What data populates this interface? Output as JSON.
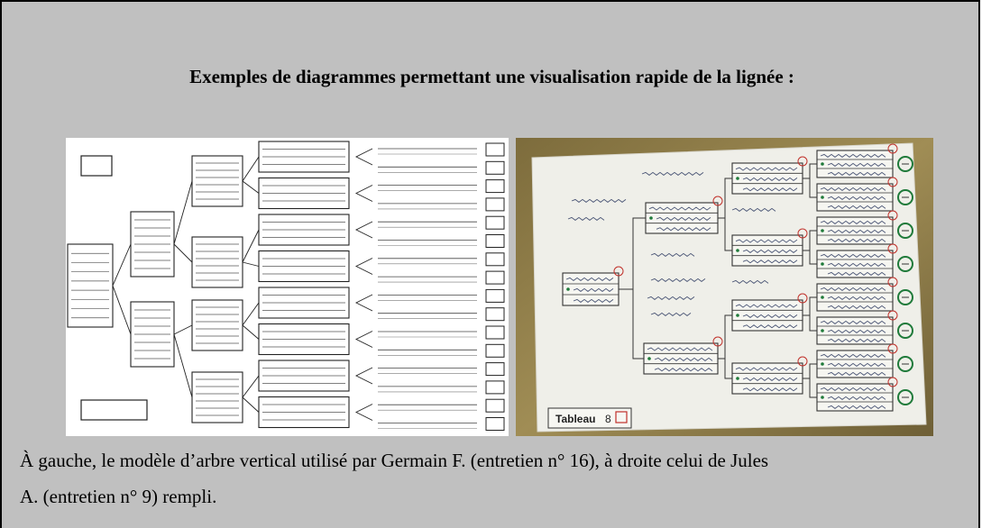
{
  "title": "Exemples de diagrammes permettant une visualisation rapide de la lignée :",
  "caption_line1": "À gauche, le modèle d’arbre vertical utilisé par Germain F. (entretien n° 16), à droite celui de Jules",
  "caption_line2": "A. (entretien n° 9) rempli.",
  "right_photo": {
    "tag_label": "Tableau",
    "tag_number": "8"
  },
  "colors": {
    "panel_background": "#c0c0c0",
    "ink_red": "#c0302a",
    "ink_green": "#1f7a3a"
  }
}
